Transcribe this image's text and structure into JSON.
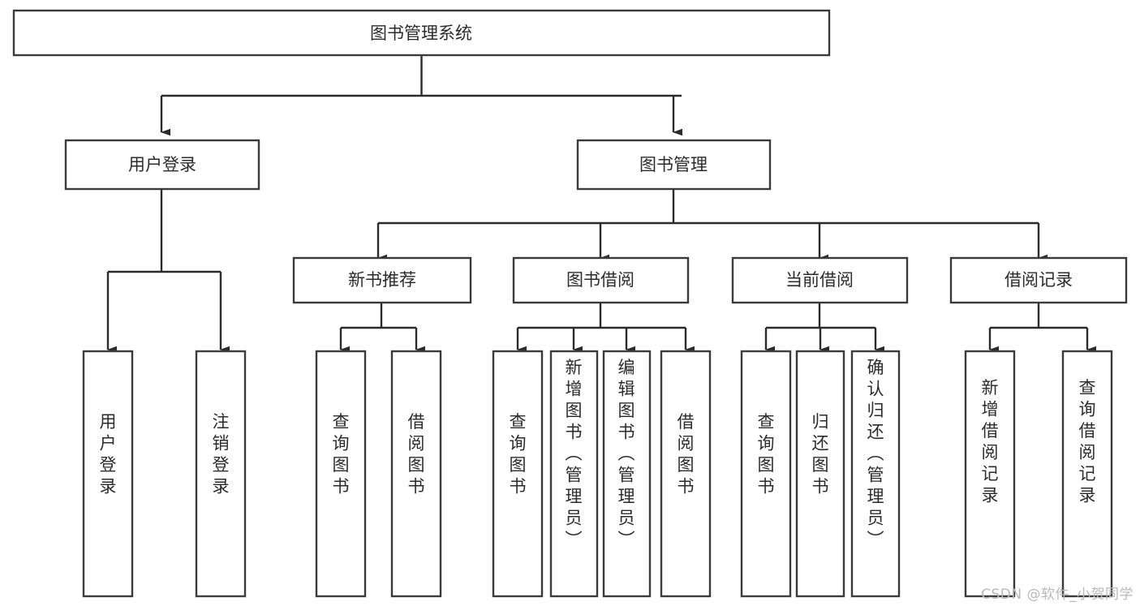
{
  "diagram": {
    "type": "tree-hierarchy",
    "title": "图书管理系统",
    "orientation": "top-down",
    "colors": {
      "box_stroke": "#3a3a3a",
      "box_fill": "#ffffff",
      "connector": "#2b2b2b",
      "text": "#2b2b2b",
      "watermark": "#b9b9b9",
      "background": "#ffffff"
    },
    "levels": {
      "root": {
        "label": "图书管理系统"
      },
      "level2": [
        {
          "label": "用户登录"
        },
        {
          "label": "图书管理"
        }
      ],
      "level3": [
        {
          "label": "新书推荐"
        },
        {
          "label": "图书借阅"
        },
        {
          "label": "当前借阅"
        },
        {
          "label": "借阅记录"
        }
      ],
      "leaves": {
        "user_login": [
          {
            "label": "用户登录"
          },
          {
            "label": "注销登录"
          }
        ],
        "new_book": [
          {
            "label": "查询图书"
          },
          {
            "label": "借阅图书"
          }
        ],
        "book_borrow": [
          {
            "label": "查询图书"
          },
          {
            "label": "新增图书（管理员）"
          },
          {
            "label": "编辑图书（管理员）"
          },
          {
            "label": "借阅图书"
          }
        ],
        "current_borrow": [
          {
            "label": "查询图书"
          },
          {
            "label": "归还图书"
          },
          {
            "label": "确认归还（管理员）"
          }
        ],
        "borrow_record": [
          {
            "label": "新增借阅记录"
          },
          {
            "label": "查询借阅记录"
          }
        ]
      }
    }
  },
  "watermark": {
    "text": "CSDN @软件_小贺同学"
  }
}
